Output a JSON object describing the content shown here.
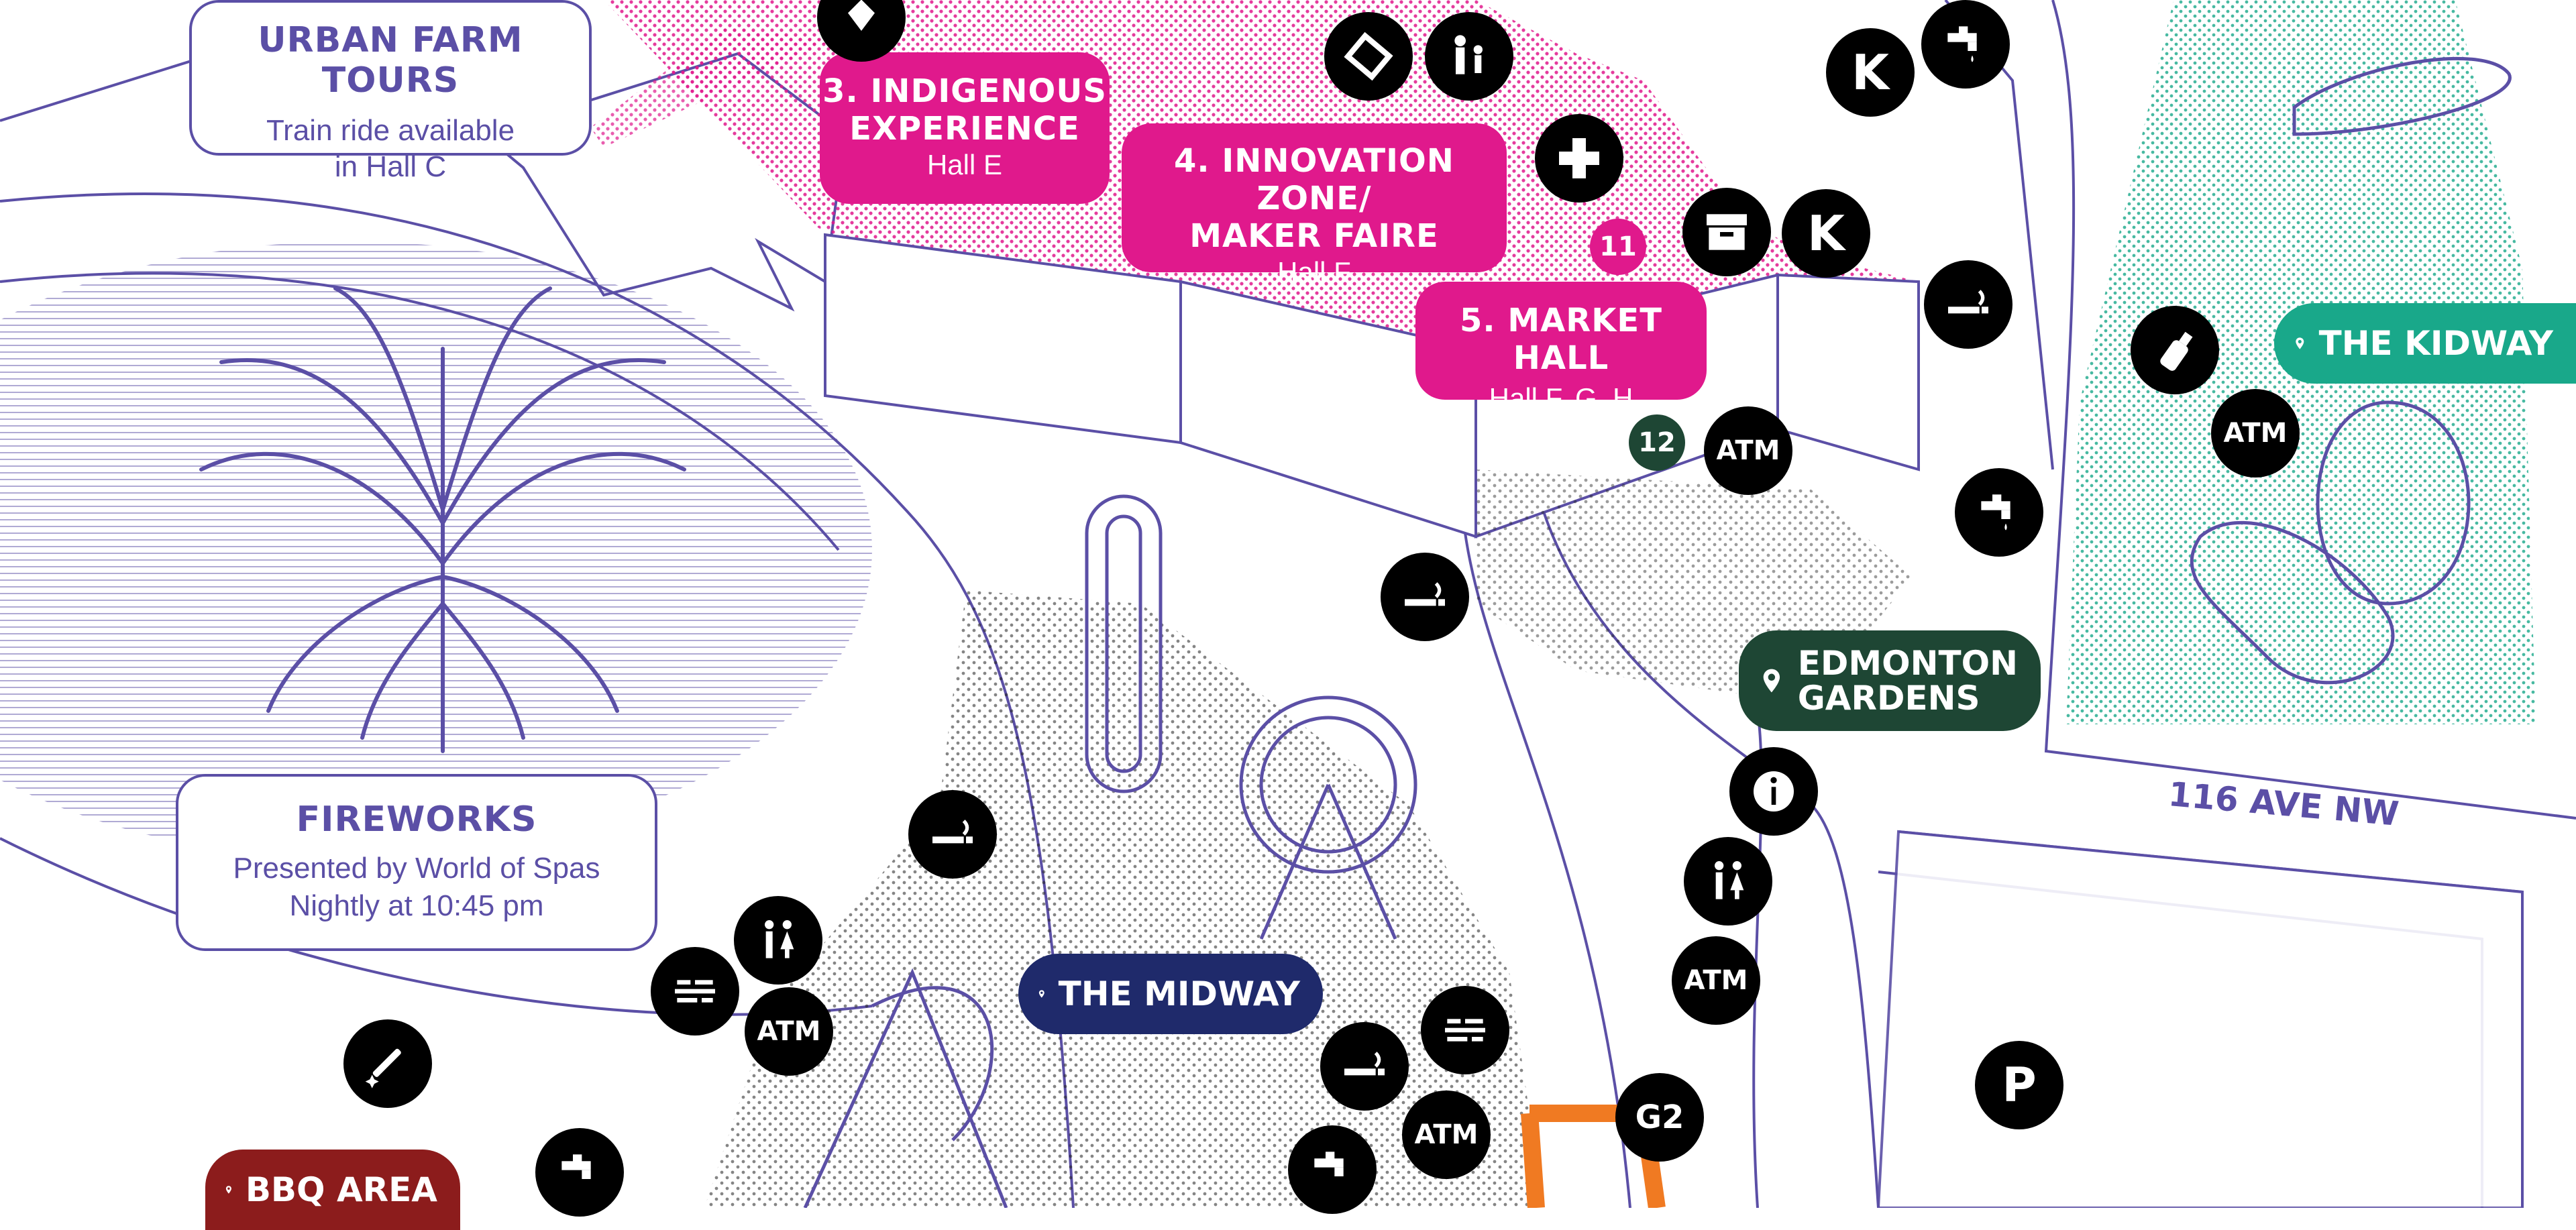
{
  "colors": {
    "line": "#5b4fa6",
    "pink": "#e0198c",
    "green_dark": "#1e4634",
    "teal": "#19a88a",
    "navy": "#1f2a6b",
    "maroon": "#8c1c1c",
    "orange": "#f07a22",
    "black": "#000000"
  },
  "info_boxes": {
    "urban_farm": {
      "title": "URBAN FARM TOURS",
      "line1": "Train ride available",
      "line2": "in Hall C"
    },
    "fireworks": {
      "title": "FIREWORKS",
      "line1": "Presented by World of Spas",
      "line2": "Nightly at 10:45 pm"
    }
  },
  "halls": {
    "indigenous": {
      "title1": "3. INDIGENOUS",
      "title2": "EXPERIENCE",
      "sub": "Hall E"
    },
    "innovation": {
      "title1": "4. INNOVATION ZONE/",
      "title2": "MAKER FAIRE",
      "sub": "Hall F"
    },
    "market": {
      "title1": "5. MARKET HALL",
      "sub": "Hall F, G, H"
    }
  },
  "locations": {
    "kidway": "THE KIDWAY",
    "edmonton_line1": "EDMONTON",
    "edmonton_line2": "GARDENS",
    "midway": "THE MIDWAY",
    "bbq": "BBQ AREA"
  },
  "street": "116 AVE NW",
  "badges": {
    "b11": "11",
    "b12": "12"
  },
  "icons": {
    "atm": "ATM",
    "gate_g2": "G2",
    "parking": "P",
    "kiosk": "K"
  }
}
